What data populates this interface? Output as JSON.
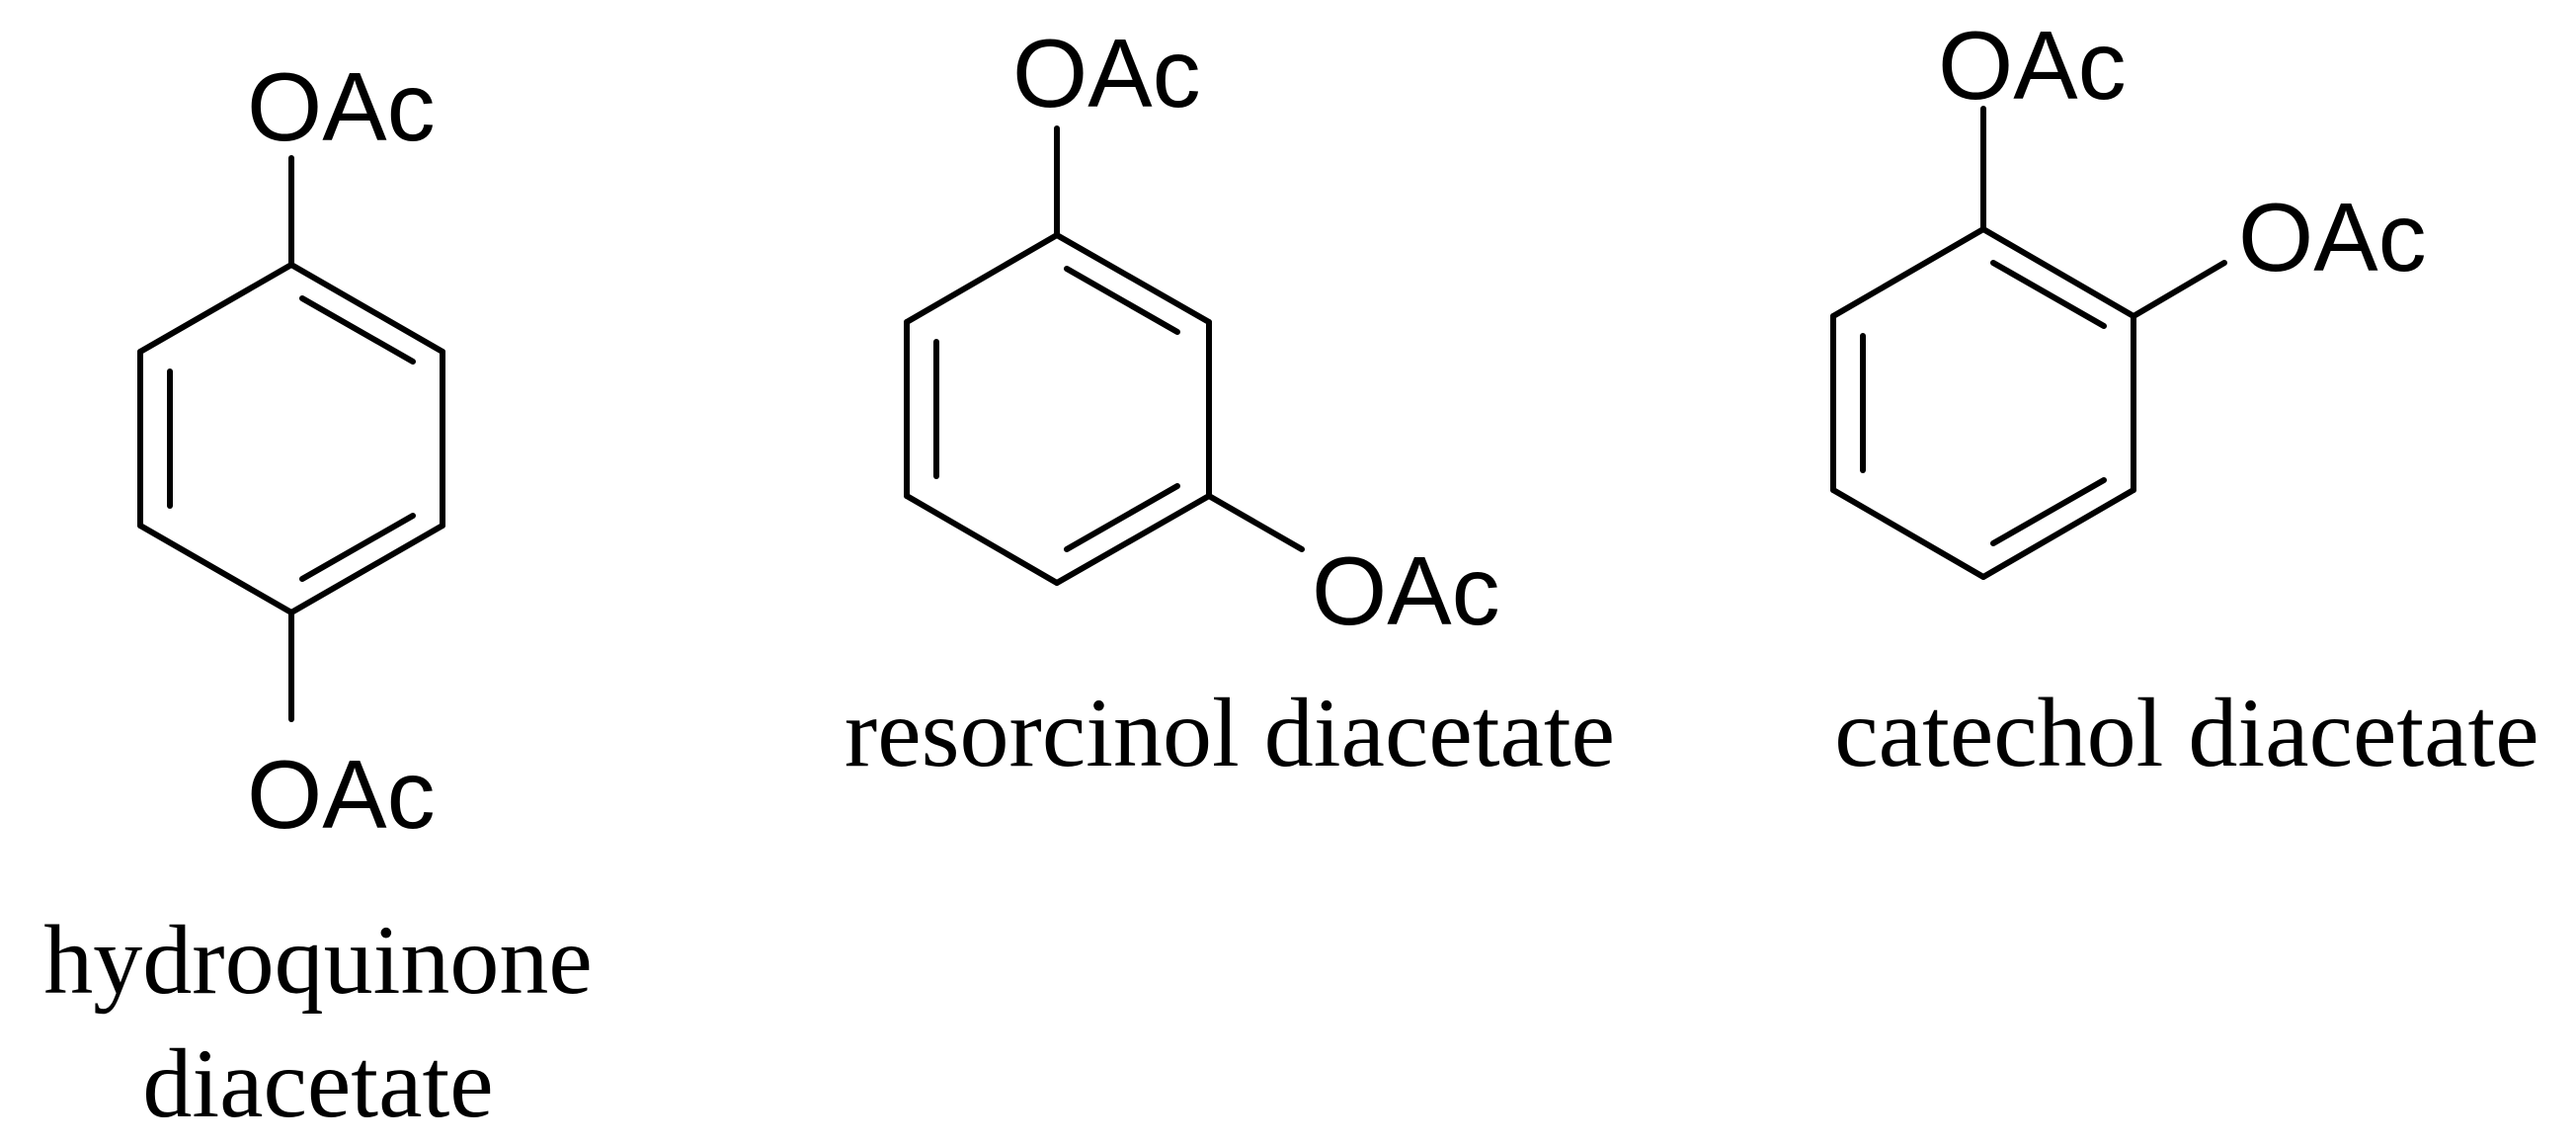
{
  "molecules": [
    {
      "id": "hydroquinone",
      "substituents": [
        "OAc",
        "OAc"
      ],
      "name_lines": [
        "hydroquinone",
        "diacetate"
      ]
    },
    {
      "id": "resorcinol",
      "substituents": [
        "OAc",
        "OAc"
      ],
      "name_lines": [
        "resorcinol diacetate"
      ]
    },
    {
      "id": "catechol",
      "substituents": [
        "OAc",
        "OAc"
      ],
      "name_lines": [
        "catechol diacetate"
      ]
    }
  ],
  "colors": {
    "ink": "#000000",
    "background": "#ffffff"
  }
}
